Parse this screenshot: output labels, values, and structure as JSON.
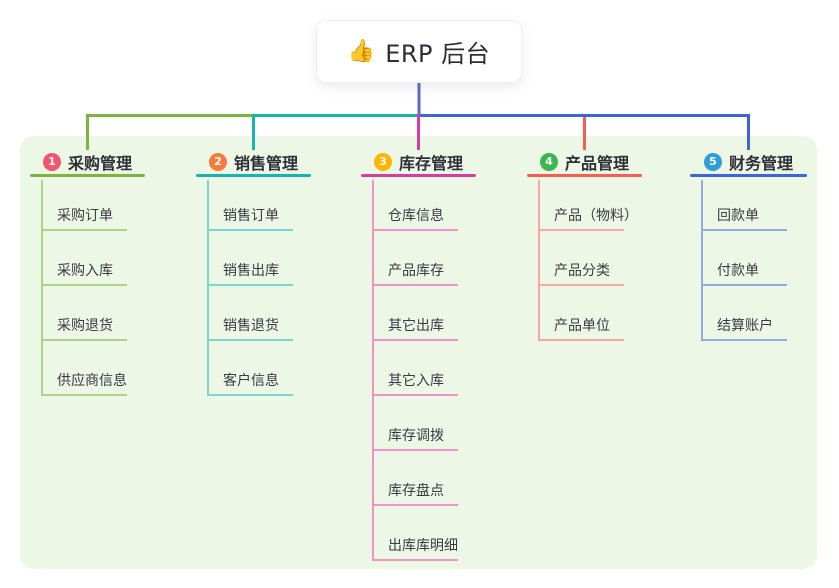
{
  "root": {
    "icon": "👍",
    "label": "ERP 后台"
  },
  "colors": {
    "panel_bg": "#ecf7e6",
    "root_line": "#5b6bc8"
  },
  "branches": [
    {
      "badge": "1",
      "badge_color": "#f2566e",
      "line_color": "#7cb43f",
      "child_line_color": "#afd287",
      "title": "采购管理",
      "children": [
        "采购订单",
        "采购入库",
        "采购退货",
        "供应商信息"
      ]
    },
    {
      "badge": "2",
      "badge_color": "#f97b3d",
      "line_color": "#17b3ae",
      "child_line_color": "#7dd6ce",
      "title": "销售管理",
      "children": [
        "销售订单",
        "销售出库",
        "销售退货",
        "客户信息"
      ]
    },
    {
      "badge": "3",
      "badge_color": "#ffb400",
      "line_color": "#d83ca3",
      "child_line_color": "#ef93c8",
      "title": "库存管理",
      "children": [
        "仓库信息",
        "产品库存",
        "其它出库",
        "其它入库",
        "库存调拨",
        "库存盘点",
        "出库库明细"
      ]
    },
    {
      "badge": "4",
      "badge_color": "#3db551",
      "line_color": "#f65d53",
      "child_line_color": "#fba6a0",
      "title": "产品管理",
      "children": [
        "产品（物料）",
        "产品分类",
        "产品单位"
      ]
    },
    {
      "badge": "5",
      "badge_color": "#2e9fd6",
      "line_color": "#3b65d8",
      "child_line_color": "#93a9e3",
      "title": "财务管理",
      "children": [
        "回款单",
        "付款单",
        "结算账户"
      ]
    }
  ]
}
